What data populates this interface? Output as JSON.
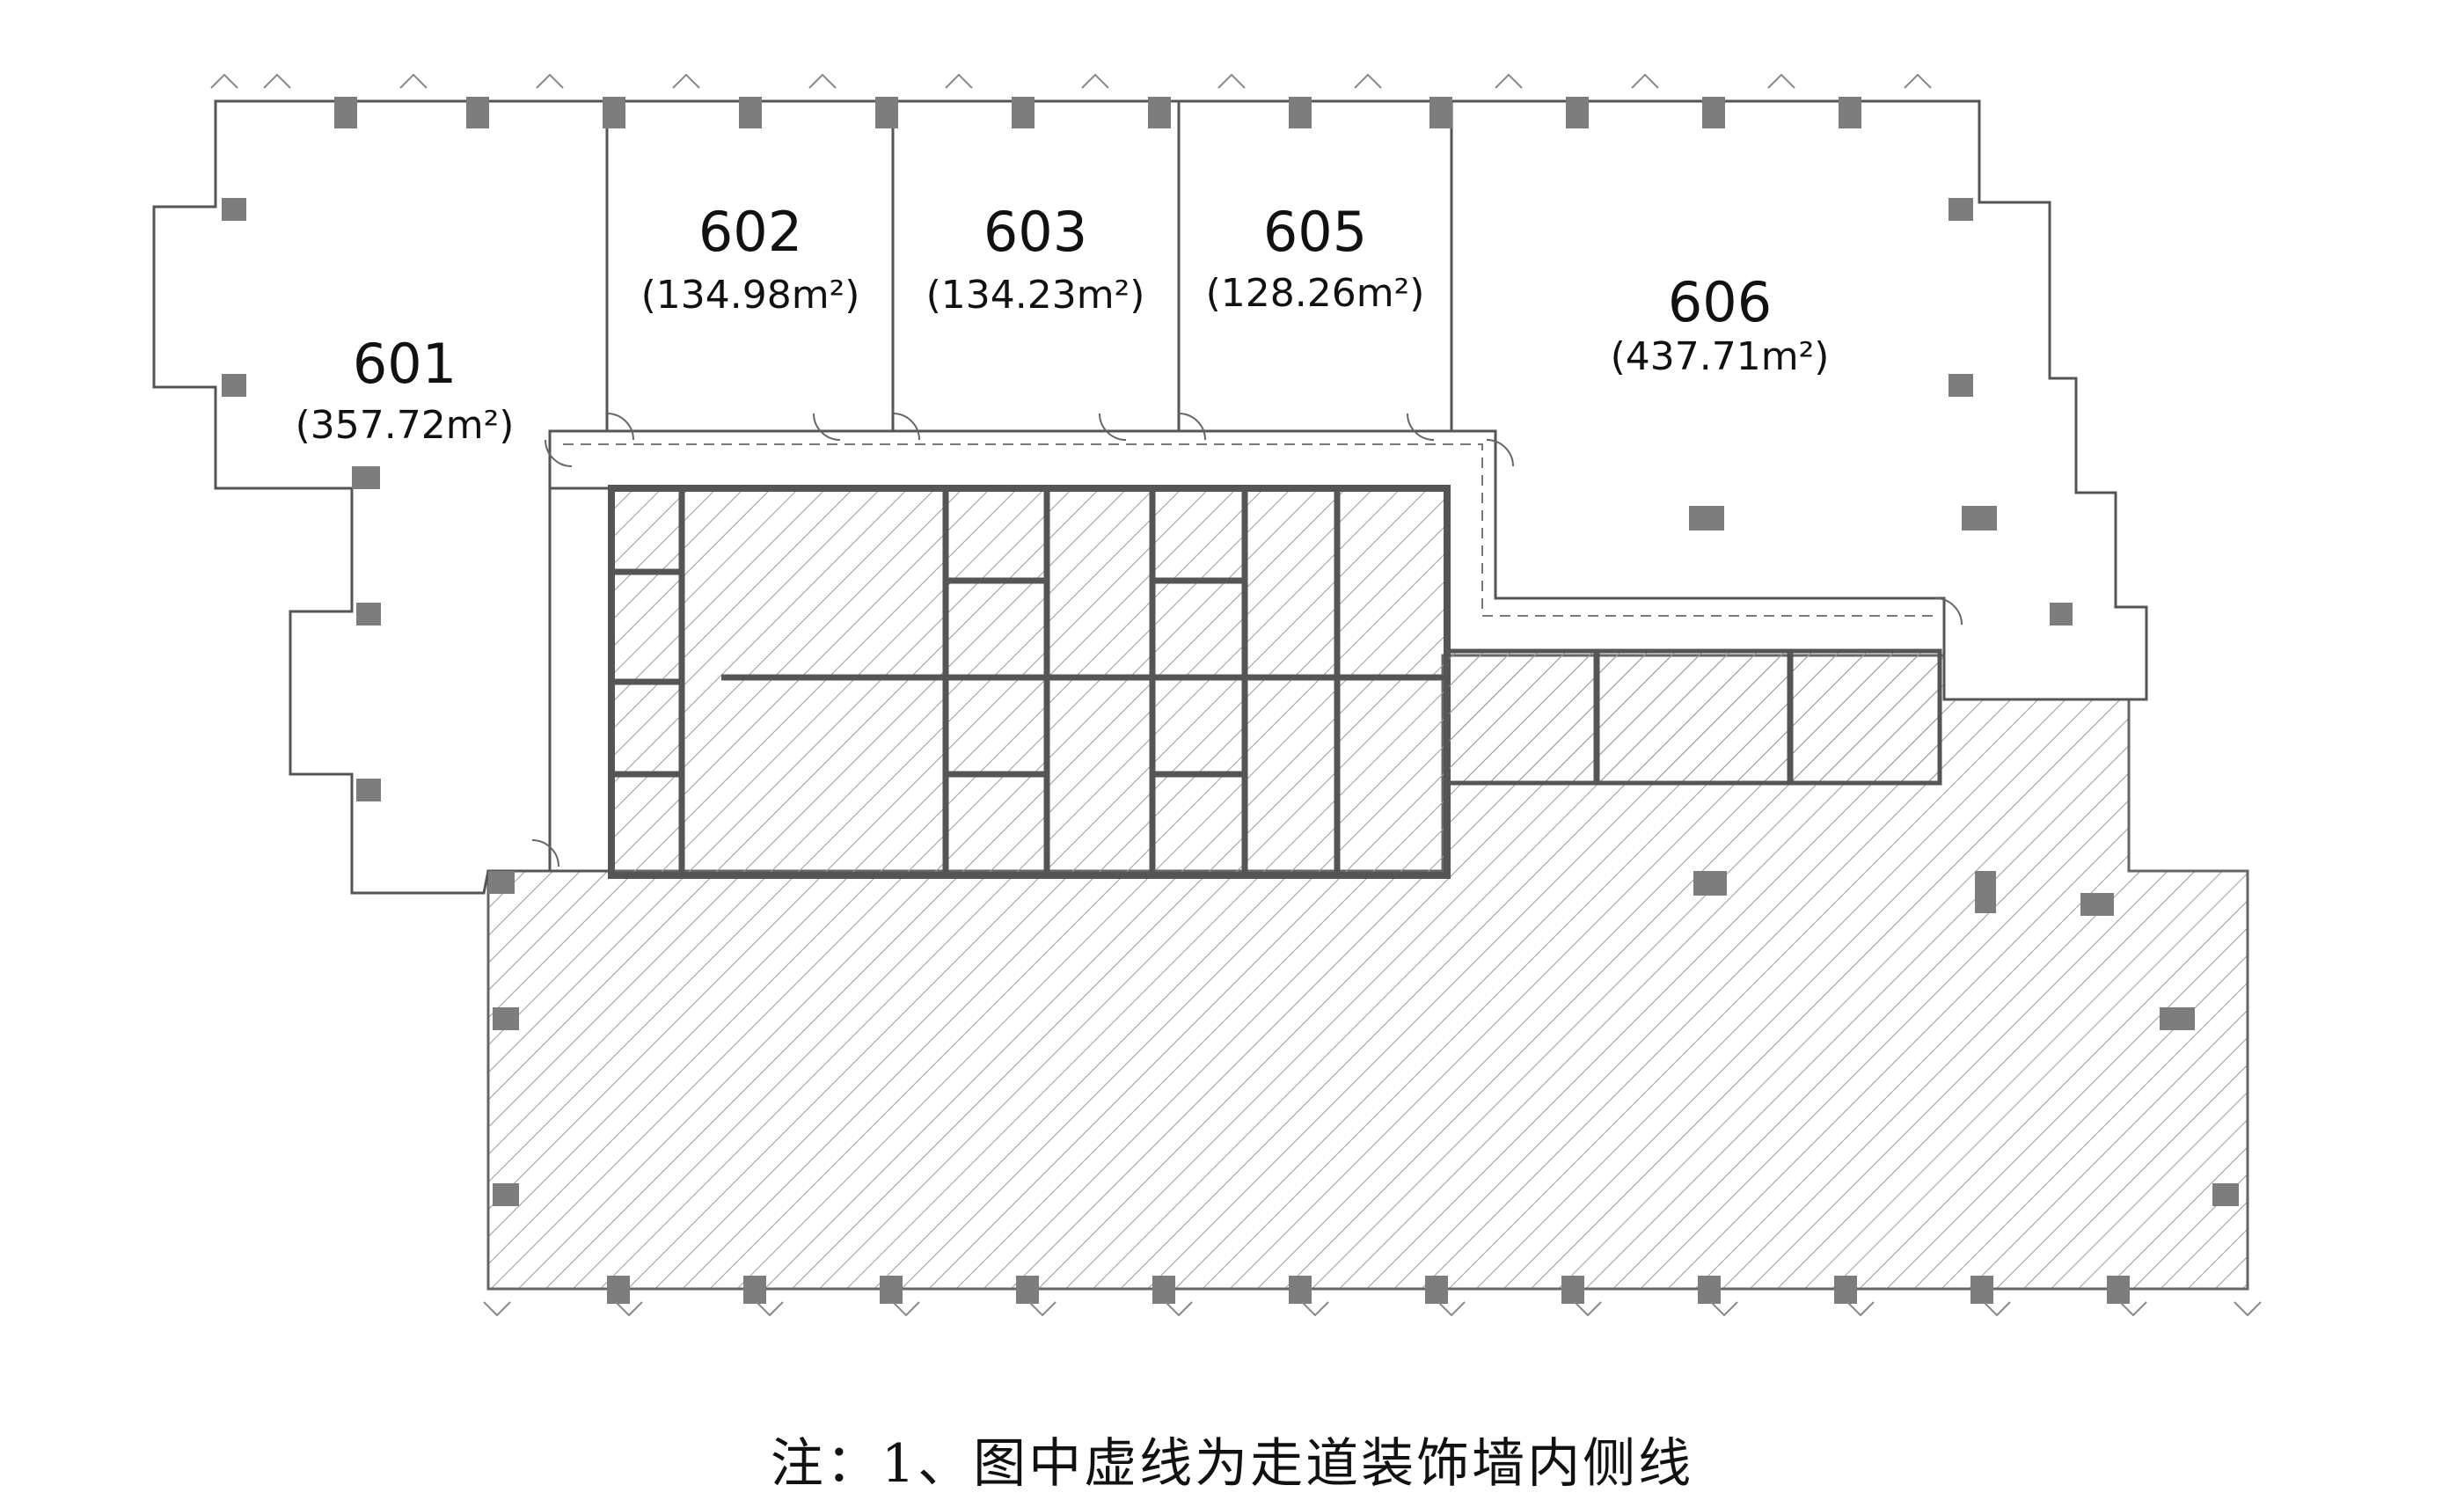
{
  "units": [
    {
      "id": "601",
      "number": "601",
      "area": "(357.72m²)"
    },
    {
      "id": "602",
      "number": "602",
      "area": "(134.98m²)"
    },
    {
      "id": "603",
      "number": "603",
      "area": "(134.23m²)"
    },
    {
      "id": "605",
      "number": "605",
      "area": "(128.26m²)"
    },
    {
      "id": "606",
      "number": "606",
      "area": "(437.71m²)"
    }
  ],
  "note": "注：1、图中虚线为走道装饰墙内侧线",
  "colors": {
    "hatch": "#9a9a9a",
    "wall": "#555555",
    "column": "#7d7d7d",
    "line": "#666666"
  }
}
